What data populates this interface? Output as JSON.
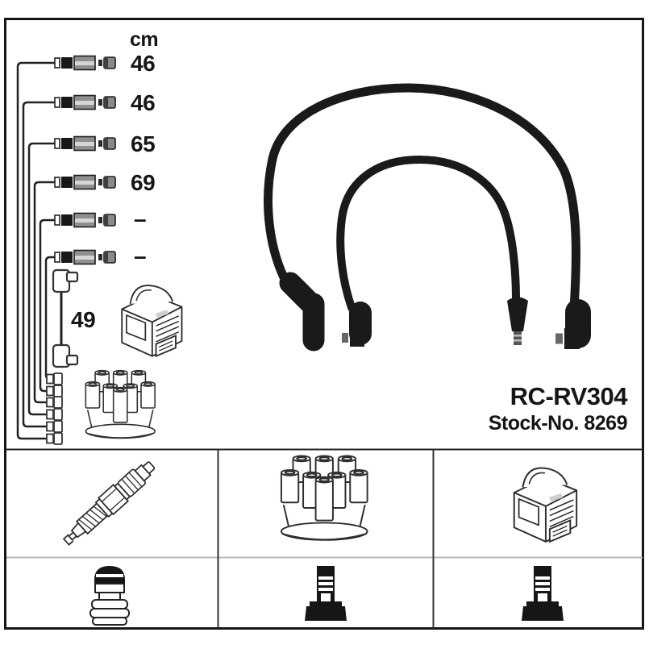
{
  "product": {
    "code": "RC-RV304",
    "stock_number": "Stock-No. 8269"
  },
  "length_table": {
    "unit_header": "cm",
    "cable_lengths": [
      "46",
      "46",
      "65",
      "69",
      "–",
      "–"
    ],
    "coil_cable_length": "49"
  },
  "legend": {
    "top_row_icons": [
      "spark-plug-icon",
      "distributor-cap-icon",
      "ignition-coil-icon"
    ],
    "bottom_row_icons": [
      "spark-plug-boot-icon",
      "distributor-terminal-icon",
      "coil-terminal-icon"
    ]
  },
  "colors": {
    "ink": "#161616",
    "line_art": "#2e2e2e",
    "divider_gray": "#b8b8b8",
    "background": "#ffffff"
  }
}
